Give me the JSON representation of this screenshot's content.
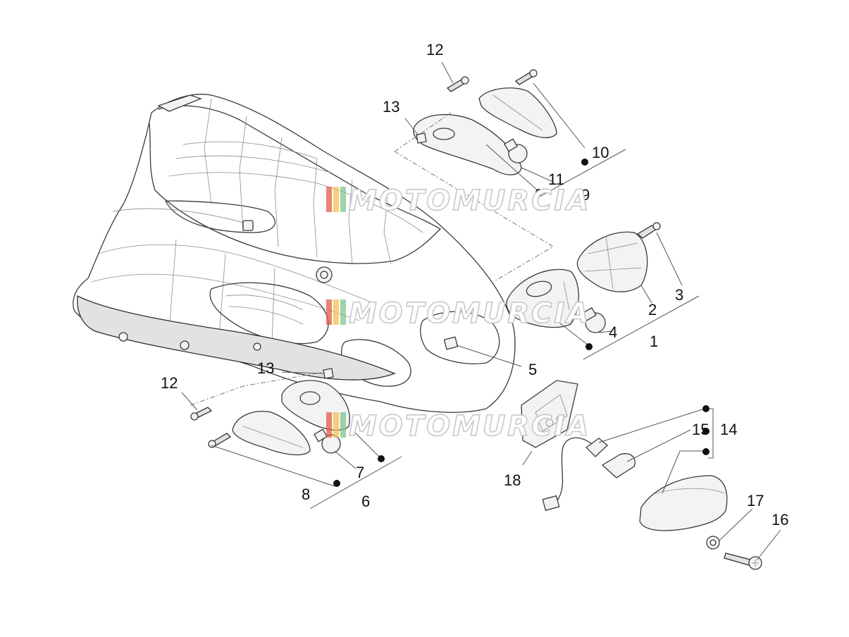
{
  "diagram": {
    "callouts": [
      "1",
      "2",
      "3",
      "4",
      "5",
      "6",
      "7",
      "8",
      "9",
      "10",
      "11",
      "12",
      "12",
      "13",
      "13",
      "14",
      "15",
      "16",
      "17",
      "18"
    ]
  },
  "watermark": {
    "text": "MOTOMURCIA",
    "stripe_colors": [
      "#e05a4a",
      "#f2c14e",
      "#7fc48f"
    ]
  }
}
